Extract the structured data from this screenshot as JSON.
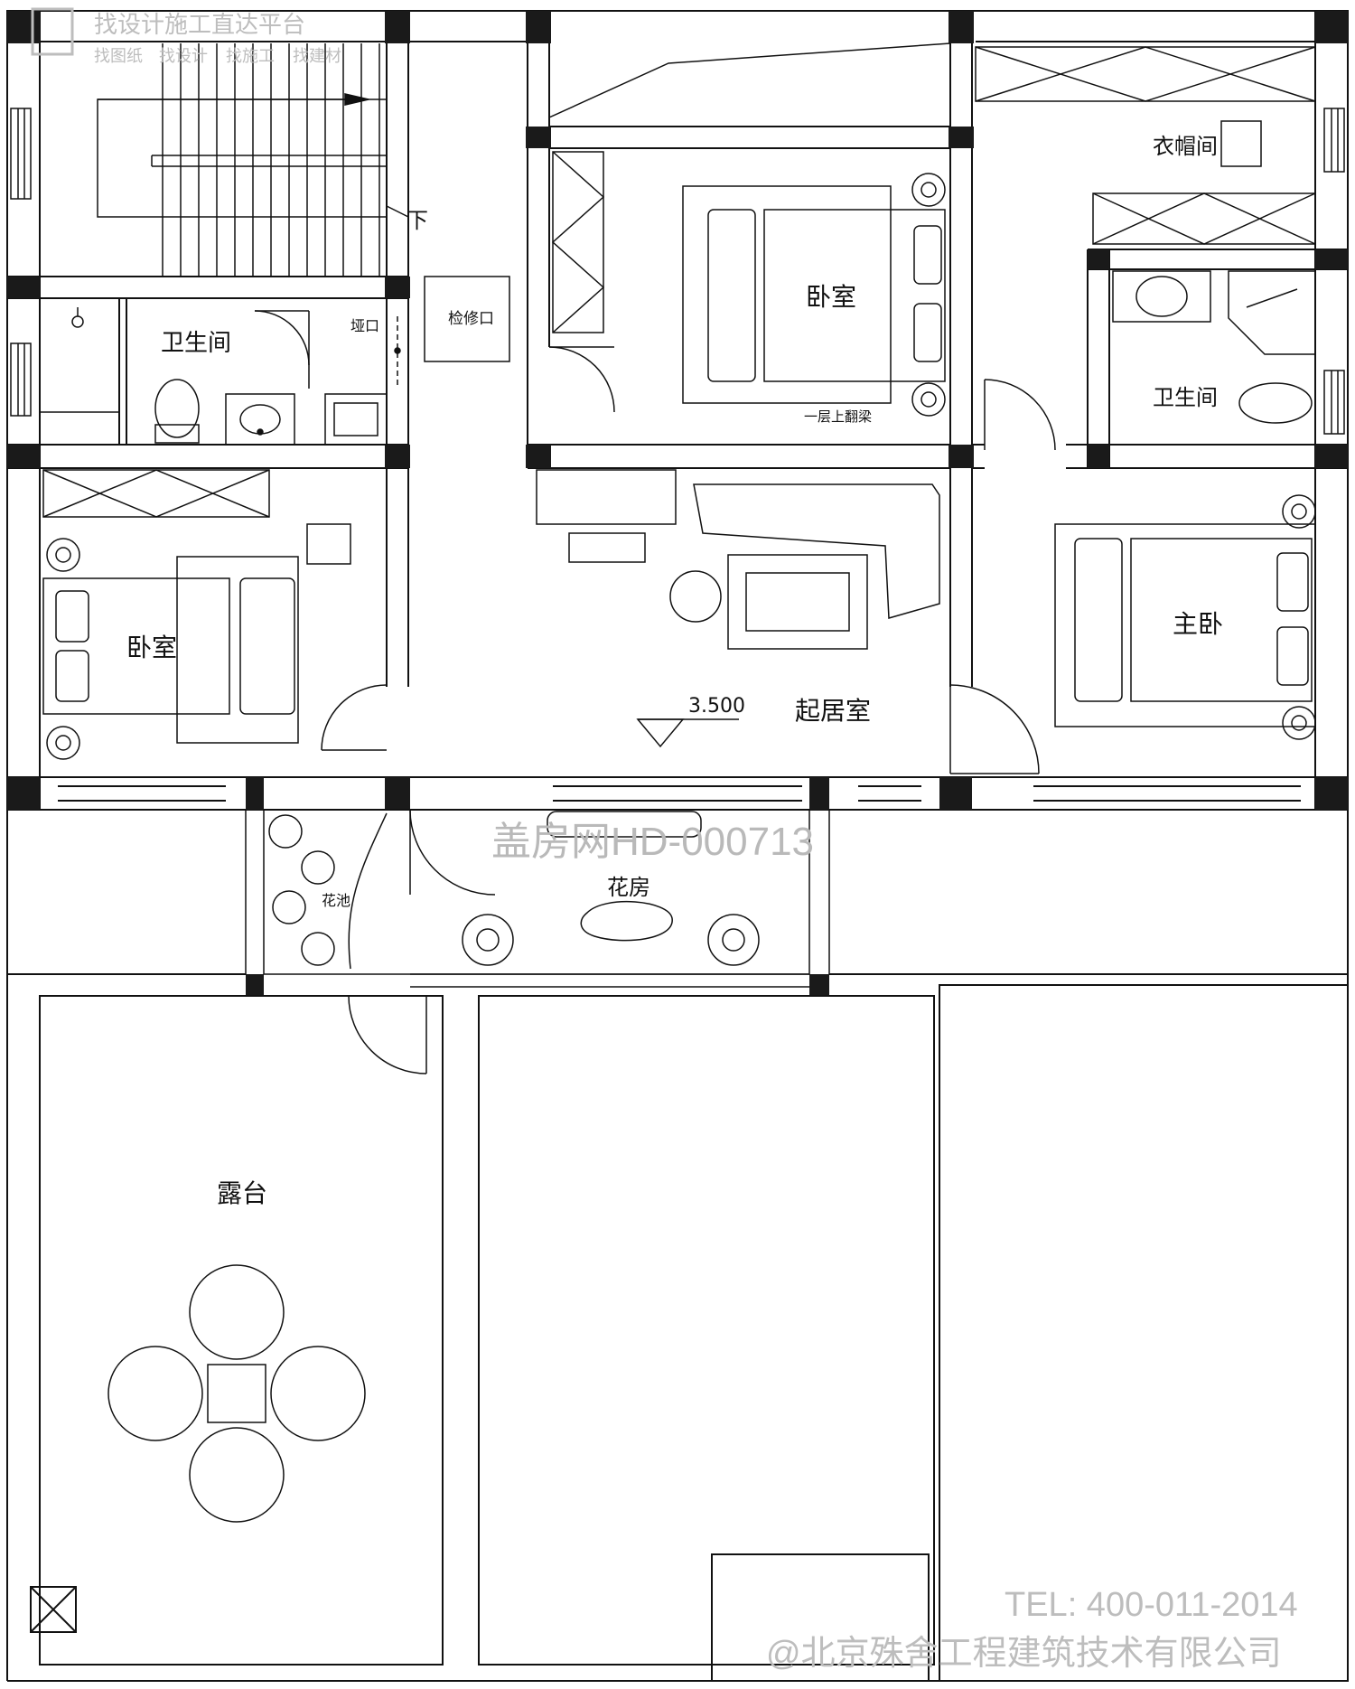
{
  "header": {
    "platform_title": "找设计施工直达平台",
    "links": [
      "找图纸",
      "找设计",
      "找施工",
      "找建材"
    ]
  },
  "rooms": {
    "bathroom_left": "卫生间",
    "shaft": "垭口",
    "inspection": "检修口",
    "bedroom_top": "卧室",
    "cloakroom": "衣帽间",
    "bathroom_right": "卫生间",
    "beam_note": "一层上翻梁",
    "bedroom_left": "卧室",
    "master_bedroom": "主卧",
    "living_room": "起居室",
    "elevation": "3.500",
    "flower_room": "花房",
    "planter": "花池",
    "terrace": "露台",
    "stairs_down": "下"
  },
  "watermark": {
    "code": "盖房网HD-000713",
    "tel": "TEL: 400-011-2014",
    "company": "@北京殊舍工程建筑技术有限公司"
  },
  "colors": {
    "line": "#111111",
    "pillar": "#1a1a1a",
    "watermark": "#b9b9b9"
  }
}
